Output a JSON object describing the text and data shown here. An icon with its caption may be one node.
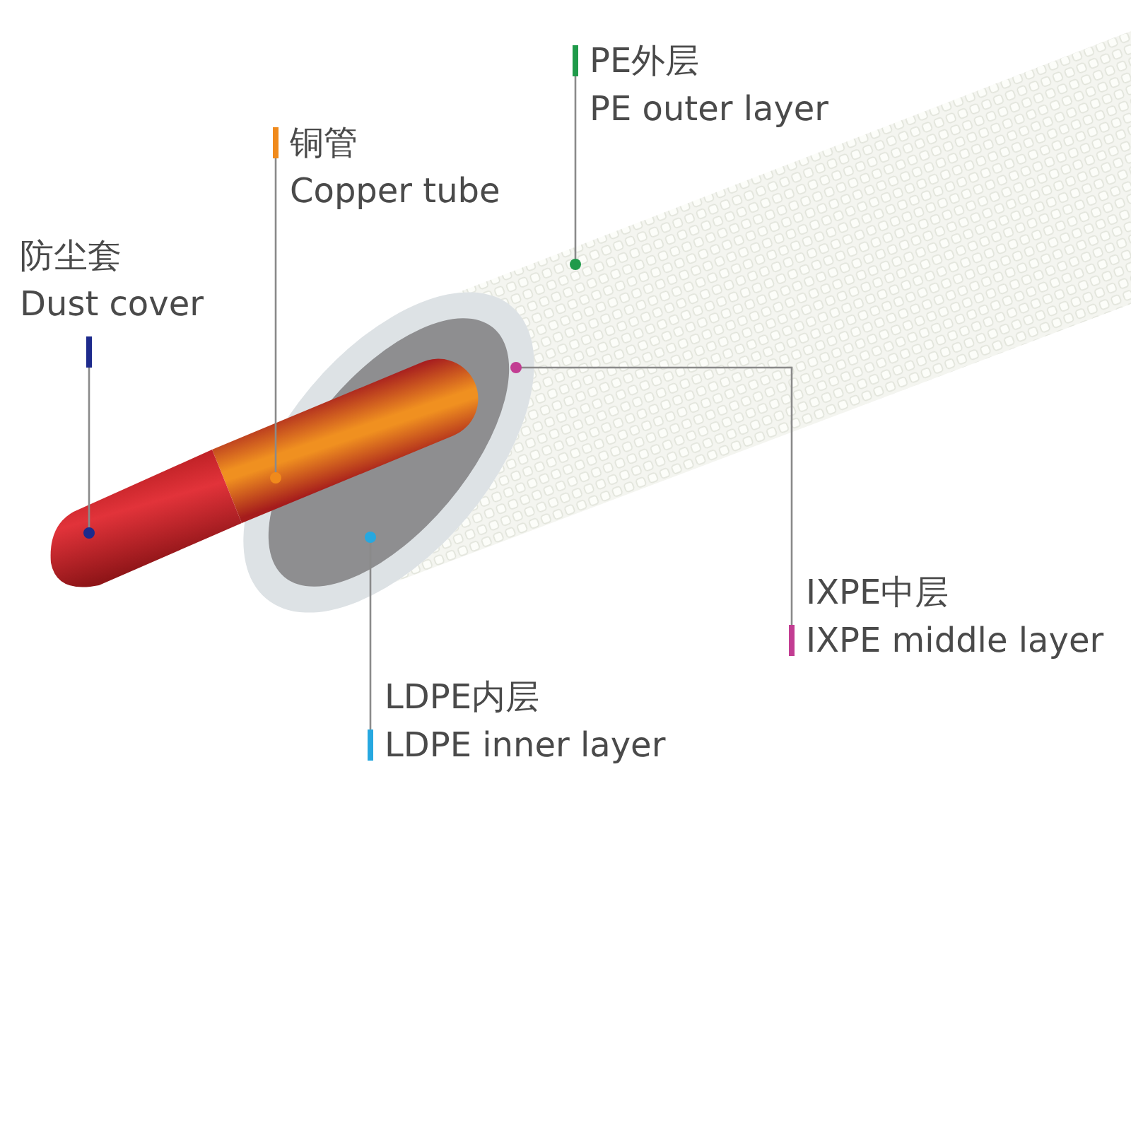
{
  "diagram": {
    "nodes": [
      {
        "text": [
          "PE外层",
          "PE outer layer"
        ]
      },
      {
        "text": [
          "铜管",
          "Copper tube"
        ]
      },
      {
        "text": [
          "防尘套",
          "Dust cover"
        ]
      },
      {
        "text": [
          "IXPE中层",
          "IXPE middle layer"
        ]
      },
      {
        "text": [
          "LDPE内层",
          "LDPE inner layer"
        ]
      },
      {
        "text": [],
        "shape": "picture"
      },
      {
        "text": [],
        "shape": "picture"
      },
      {
        "text": [],
        "shape": "picture",
        "in": 6
      },
      {
        "text": [],
        "shape": "picture"
      },
      {
        "text": [],
        "shape": "picture"
      }
    ],
    "edges": [
      {
        "from": 0,
        "to": 5,
        "arrow": "other"
      },
      {
        "from": 1,
        "to": 8,
        "arrow": "other"
      },
      {
        "from": 2,
        "to": 9,
        "arrow": "other"
      },
      {
        "from": 3,
        "to": 6,
        "arrow": "other"
      },
      {
        "from": 4,
        "to": 7,
        "arrow": "other"
      }
    ]
  }
}
